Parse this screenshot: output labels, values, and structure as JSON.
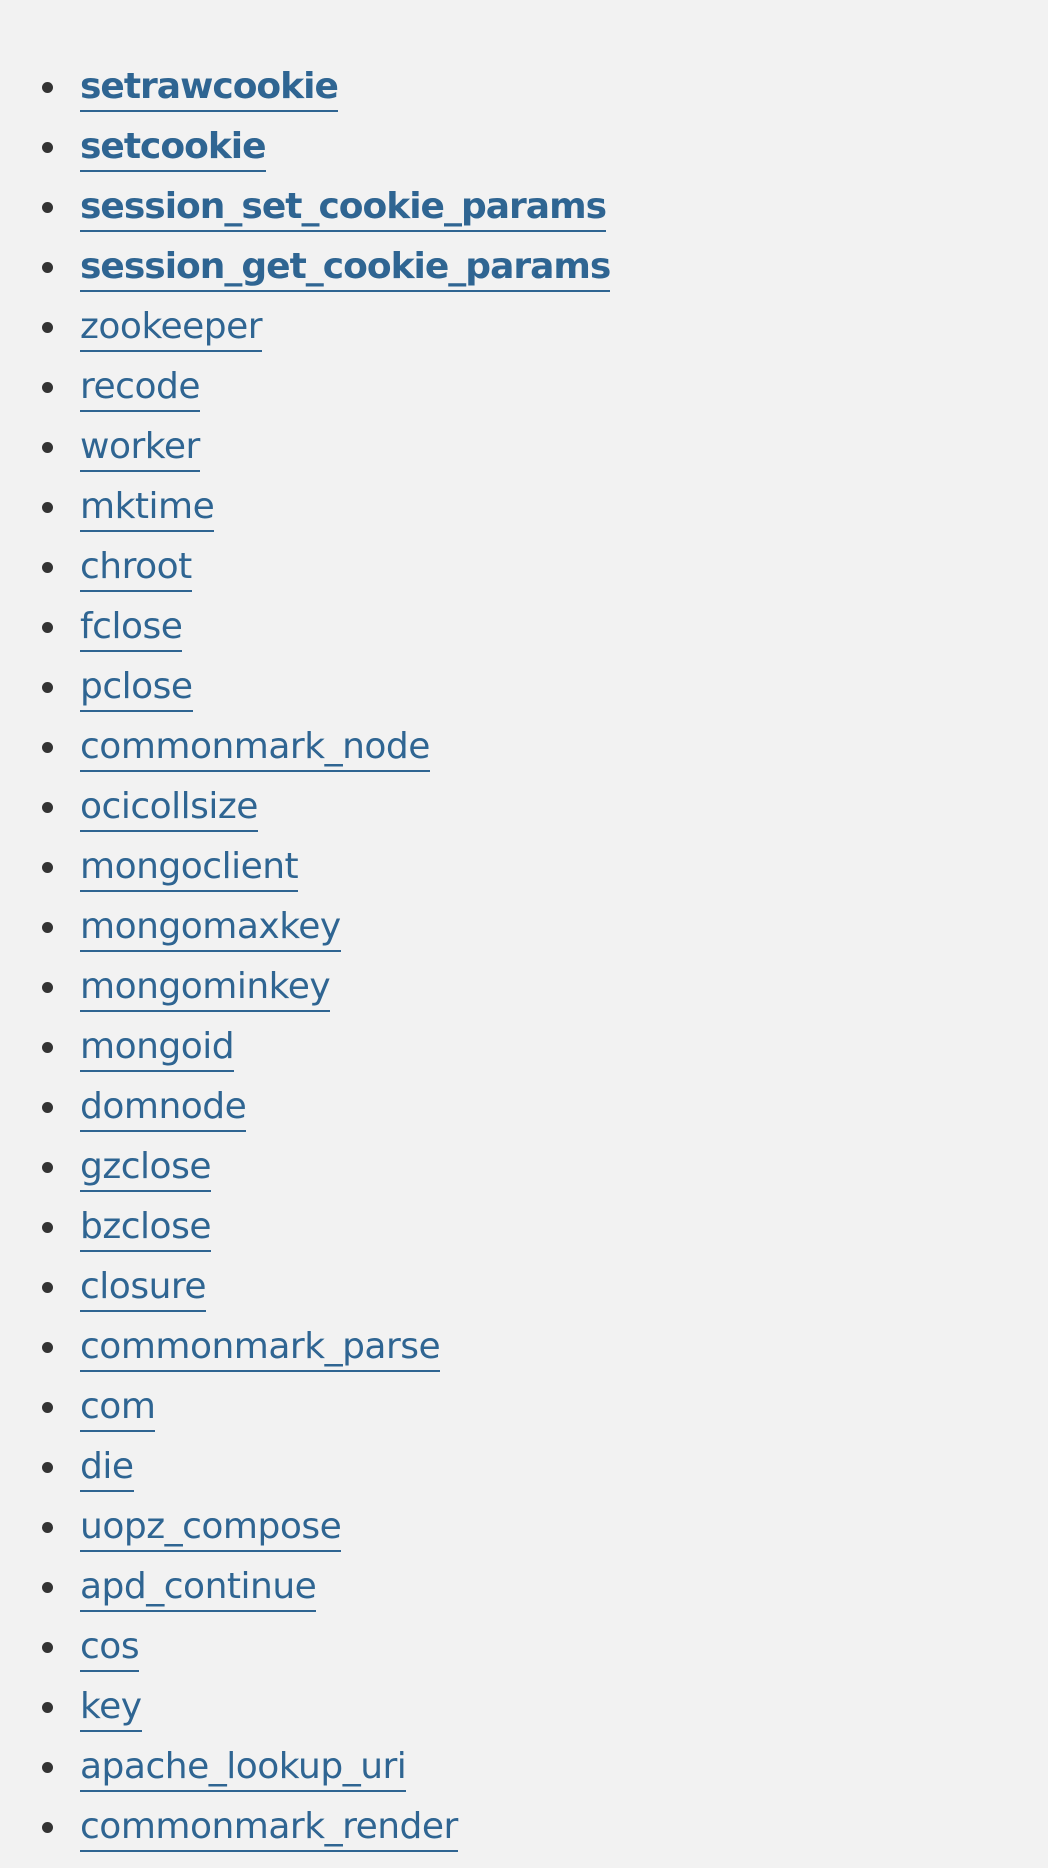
{
  "links": {
    "bold": [
      "setrawcookie",
      "setcookie",
      "session_set_cookie_params",
      "session_get_cookie_params"
    ],
    "regular": [
      "zookeeper",
      "recode",
      "worker",
      "mktime",
      "chroot",
      "fclose",
      "pclose",
      "commonmark_node",
      "ocicollsize",
      "mongoclient",
      "mongomaxkey",
      "mongominkey",
      "mongoid",
      "domnode",
      "gzclose",
      "bzclose",
      "closure",
      "commonmark_parse",
      "com",
      "die",
      "uopz_compose",
      "apd_continue",
      "cos",
      "key",
      "apache_lookup_uri",
      "commonmark_render"
    ]
  },
  "colors": {
    "background": "#f2f2f2",
    "link": "#2f6592",
    "bullet": "#333333"
  }
}
